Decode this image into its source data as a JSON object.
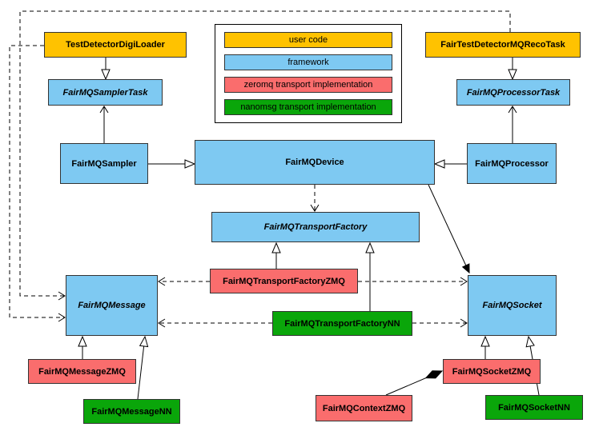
{
  "diagram": {
    "legend": {
      "items": [
        {
          "id": "user-code",
          "label": "user code",
          "color": "#FFC200"
        },
        {
          "id": "framework",
          "label": "framework",
          "color": "#7EC9F2"
        },
        {
          "id": "zeromq",
          "label": "zeromq transport implementation",
          "color": "#FA6D6D"
        },
        {
          "id": "nanomsg",
          "label": "nanomsg transport implementation",
          "color": "#0AA60A"
        }
      ]
    },
    "nodes": {
      "test_detector_digi_loader": {
        "label": "TestDetectorDigiLoader",
        "category": "user code"
      },
      "fair_test_detector_mq_reco_task": {
        "label": "FairTestDetectorMQRecoTask",
        "category": "user code"
      },
      "fair_mq_sampler_task": {
        "label": "FairMQSamplerTask",
        "category": "framework",
        "abstract": true
      },
      "fair_mq_processor_task": {
        "label": "FairMQProcessorTask",
        "category": "framework",
        "abstract": true
      },
      "fair_mq_sampler": {
        "label": "FairMQSampler",
        "category": "framework"
      },
      "fair_mq_device": {
        "label": "FairMQDevice",
        "category": "framework"
      },
      "fair_mq_processor": {
        "label": "FairMQProcessor",
        "category": "framework"
      },
      "fair_mq_transport_factory": {
        "label": "FairMQTransportFactory",
        "category": "framework",
        "abstract": true
      },
      "fair_mq_transport_factory_zmq": {
        "label": "FairMQTransportFactoryZMQ",
        "category": "zeromq"
      },
      "fair_mq_transport_factory_nn": {
        "label": "FairMQTransportFactoryNN",
        "category": "nanomsg"
      },
      "fair_mq_message": {
        "label": "FairMQMessage",
        "category": "framework",
        "abstract": true
      },
      "fair_mq_socket": {
        "label": "FairMQSocket",
        "category": "framework",
        "abstract": true
      },
      "fair_mq_message_zmq": {
        "label": "FairMQMessageZMQ",
        "category": "zeromq"
      },
      "fair_mq_message_nn": {
        "label": "FairMQMessageNN",
        "category": "nanomsg"
      },
      "fair_mq_context_zmq": {
        "label": "FairMQContextZMQ",
        "category": "zeromq"
      },
      "fair_mq_socket_zmq": {
        "label": "FairMQSocketZMQ",
        "category": "zeromq"
      },
      "fair_mq_socket_nn": {
        "label": "FairMQSocketNN",
        "category": "nanomsg"
      }
    },
    "colors": {
      "user_code": "#FFC200",
      "framework": "#7EC9F2",
      "zeromq": "#FA6D6D",
      "nanomsg": "#0AA60A",
      "border": "#333333",
      "line": "#000000",
      "background": "#FFFFFF"
    }
  }
}
